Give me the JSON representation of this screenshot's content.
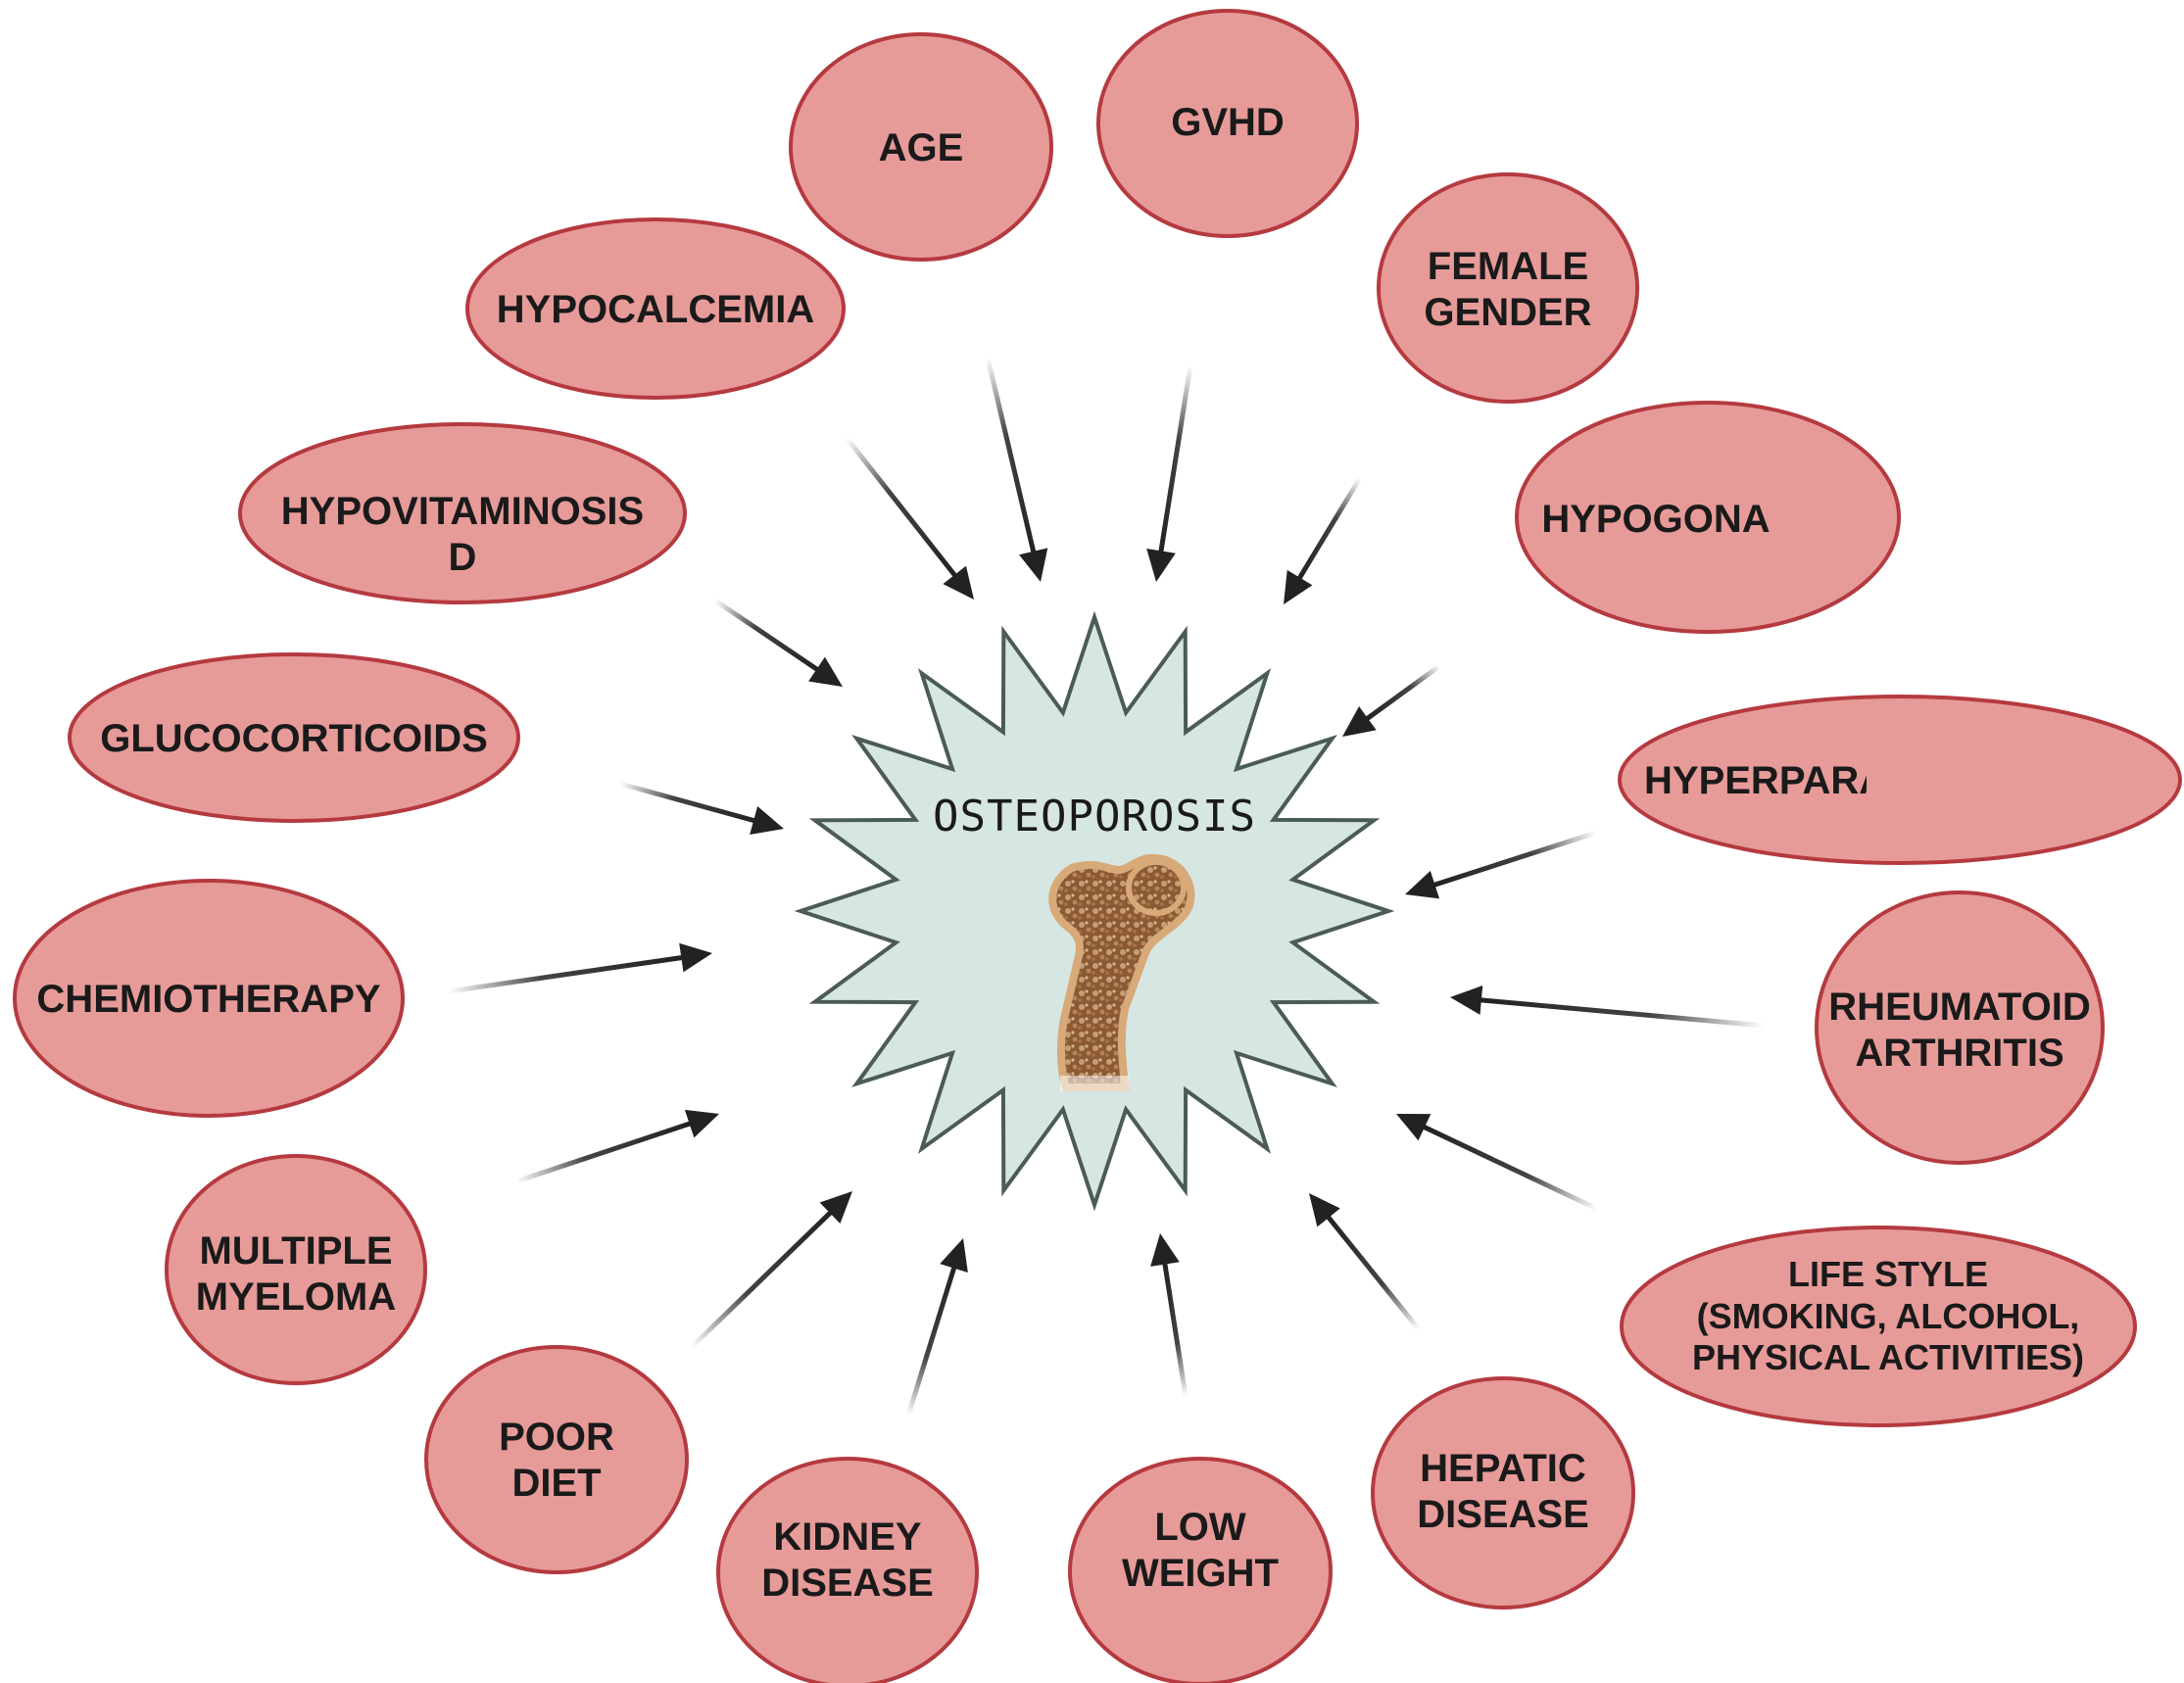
{
  "center": {
    "label": "OSTEOPOROSIS"
  },
  "factors": [
    {
      "id": "age",
      "lines": [
        "AGE"
      ]
    },
    {
      "id": "gvhd",
      "lines": [
        "GVHD"
      ]
    },
    {
      "id": "female-gender",
      "lines": [
        "FEMALE",
        "GENDER"
      ]
    },
    {
      "id": "hypocalcemia",
      "lines": [
        "HYPOCALCEMIA"
      ]
    },
    {
      "id": "hypogona",
      "lines": [
        "HYPOGONA"
      ]
    },
    {
      "id": "hypovitaminosis-d",
      "lines": [
        "HYPOVITAMINOSIS",
        "D"
      ]
    },
    {
      "id": "glucocorticoids",
      "lines": [
        "GLUCOCORTICOIDS"
      ]
    },
    {
      "id": "hyperpara",
      "lines": [
        "HYPERPARA"
      ]
    },
    {
      "id": "chemiotherapy",
      "lines": [
        "CHEMIOTHERAPY"
      ]
    },
    {
      "id": "rheumatoid-arthritis",
      "lines": [
        "RHEUMATOID",
        "ARTHRITIS"
      ]
    },
    {
      "id": "multiple-myeloma",
      "lines": [
        "MULTIPLE",
        "MYELOMA"
      ]
    },
    {
      "id": "life-style",
      "lines": [
        "LIFE STYLE",
        "(SMOKING, ALCOHOL,",
        "PHYSICAL  ACTIVITIES)"
      ]
    },
    {
      "id": "poor-diet",
      "lines": [
        "POOR",
        "DIET"
      ]
    },
    {
      "id": "kidney-disease",
      "lines": [
        "KIDNEY",
        "DISEASE"
      ]
    },
    {
      "id": "low-weight",
      "lines": [
        "LOW",
        "WEIGHT"
      ]
    },
    {
      "id": "hepatic-disease",
      "lines": [
        "HEPATIC",
        "DISEASE"
      ]
    }
  ],
  "colors": {
    "node_fill": "#e79b99",
    "node_stroke": "#b53a3f",
    "center_fill": "#d6e6e2",
    "center_stroke": "#4a5b58",
    "arrow": "#222222",
    "bone": "#c89a6a"
  },
  "icons": {
    "center": "femur-bone-icon"
  }
}
